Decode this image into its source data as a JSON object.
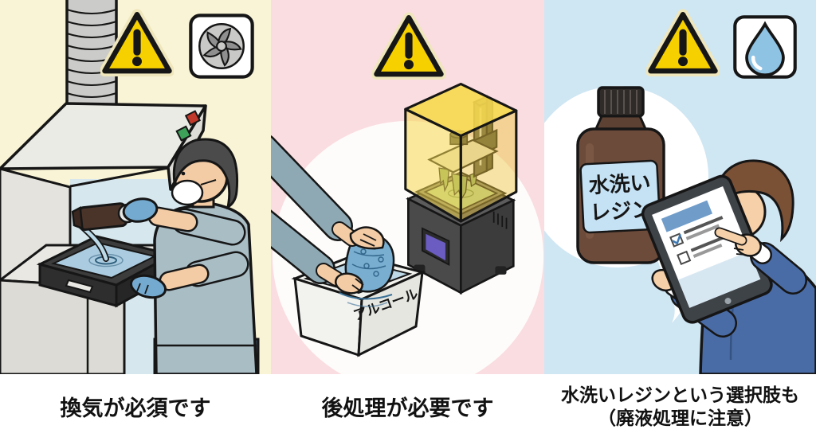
{
  "illustration": {
    "topic": "resin-3d-printing-precautions",
    "panels": [
      {
        "name": "ventilation",
        "background": "#f9f4d6",
        "caption": "換気が必須です",
        "icons": [
          "warning-icon",
          "exhaust-fan-icon"
        ]
      },
      {
        "name": "post-processing",
        "background": "#fadde0",
        "caption": "後処理が必要です",
        "icons": [
          "warning-icon"
        ],
        "tub_label": "アルコール"
      },
      {
        "name": "water-washable-resin",
        "background": "#cfe6f3",
        "caption_line1": "水洗いレジンという選択肢も",
        "caption_line2": "（廃液処理に注意）",
        "icons": [
          "warning-icon",
          "water-drop-icon"
        ],
        "bottle_label_line1": "水洗い",
        "bottle_label_line2": "レジン"
      }
    ],
    "colors": {
      "outline": "#161616",
      "warning_yellow": "#f7d000",
      "warning_halo": "#efe6bb",
      "caption_text": "#111111",
      "fan_gray": "#8f8f8f",
      "drop_blue": "#8fc3e4",
      "hood_gray": "#ebebe6",
      "interior_blue": "#d6e7ed",
      "resin_liquid_blue": "#abcce0",
      "glove_blue": "#74aacf",
      "polo_gray_blue": "#a9bdc5",
      "printer_cover_yellow": "#f6d84f",
      "resin_green": "#b9cf90",
      "tub_white": "#f2f2ef",
      "alcohol_blue": "#bdd9e8",
      "washed_part_blue": "#79aed0",
      "bottle_brown": "#6d4b3a",
      "bottle_label_blue": "#c5e2f5",
      "suit_blue": "#4a6ca6",
      "skin": "#f3cba4"
    }
  }
}
